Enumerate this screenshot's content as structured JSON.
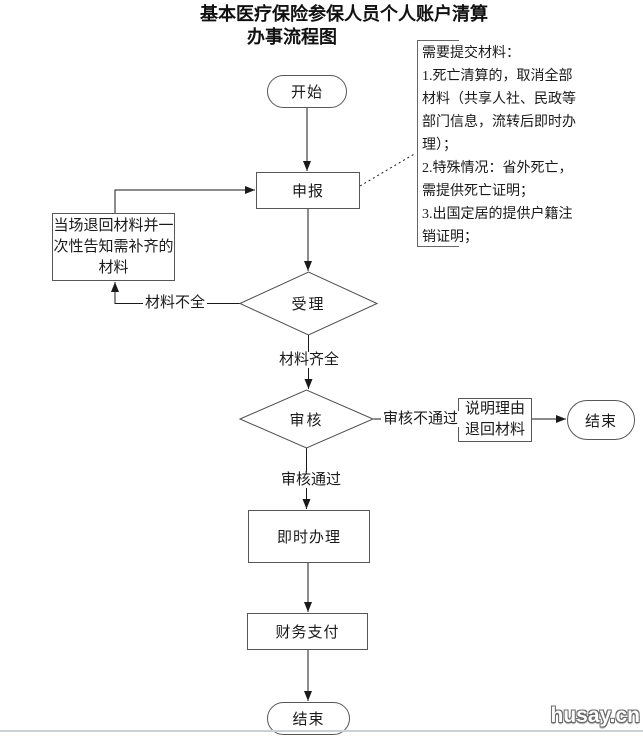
{
  "title": {
    "line1": "基本医疗保险参保人员个人账户清算",
    "line2": "办事流程图"
  },
  "note": {
    "lines": [
      "需要提交材料：",
      "1.死亡清算的，取消全部",
      "材料（共享人社、民政等",
      "部门信息，流转后即时办",
      "理）；",
      "2.特殊情况：省外死亡，",
      "需提供死亡证明；",
      "3.出国定居的提供户籍注",
      "销证明；"
    ]
  },
  "nodes": {
    "start": "开始",
    "declare": "申报",
    "accept": "受理",
    "review": "审核",
    "onsite_return": {
      "line1": "当场退回材料并一",
      "line2": "次性告知需补齐的",
      "line3": "材料"
    },
    "explain_return": {
      "line1": "说明理由",
      "line2": "退回材料"
    },
    "end_right": "结束",
    "immediate": "即时办理",
    "payment": "财务支付",
    "end_bottom": "结束"
  },
  "edge_labels": {
    "materials_incomplete": "材料不全",
    "materials_complete": "材料齐全",
    "review_fail": "审核不通过",
    "review_pass": "审核通过"
  },
  "watermark": "husay.cn",
  "colors": {
    "line": "#1a1a1a",
    "shape_border": "#4f4f4f",
    "bottom_rule": "#ccd1d5"
  }
}
